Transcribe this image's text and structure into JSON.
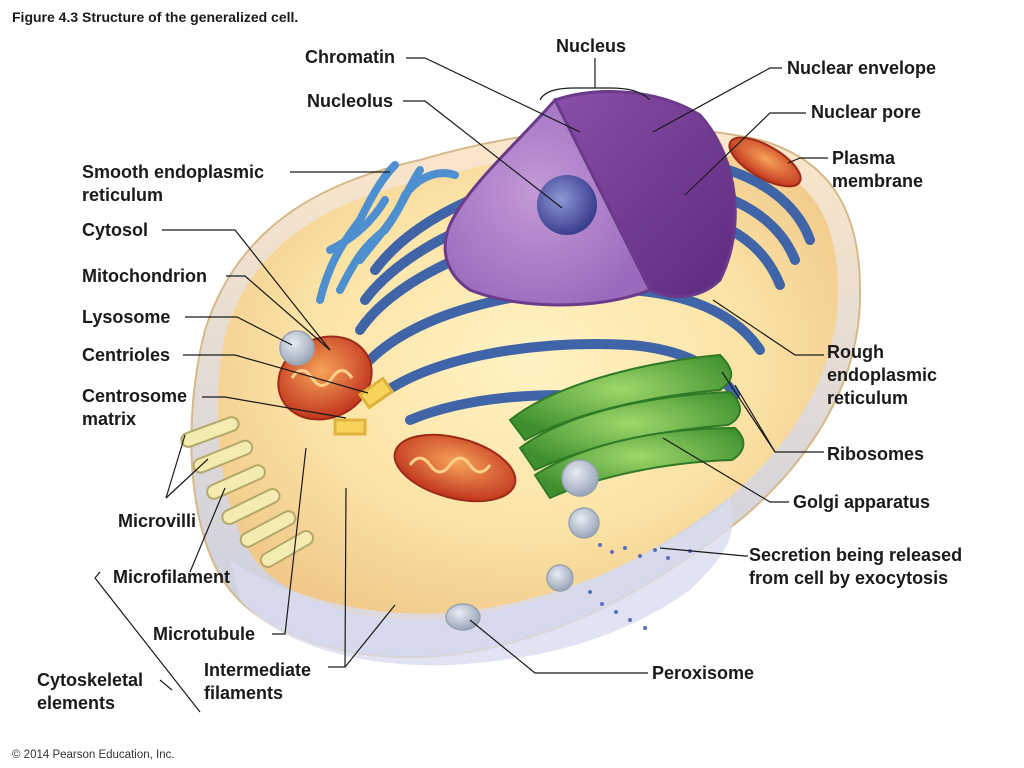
{
  "figure_title": "Figure 4.3  Structure of the generalized cell.",
  "copyright": "© 2014 Pearson Education, Inc.",
  "labels": {
    "nucleus": [
      "Nucleus"
    ],
    "chromatin": [
      "Chromatin"
    ],
    "nucleolus": [
      "Nucleolus"
    ],
    "nuclear_envelope": [
      "Nuclear envelope"
    ],
    "nuclear_pore": [
      "Nuclear pore"
    ],
    "plasma_membrane": [
      "Plasma",
      "membrane"
    ],
    "smooth_er": [
      "Smooth endoplasmic",
      "reticulum"
    ],
    "cytosol": [
      "Cytosol"
    ],
    "mitochondrion": [
      "Mitochondrion"
    ],
    "lysosome": [
      "Lysosome"
    ],
    "centrioles": [
      "Centrioles"
    ],
    "centrosome_matrix": [
      "Centrosome",
      "matrix"
    ],
    "rough_er": [
      "Rough",
      "endoplasmic",
      "reticulum"
    ],
    "ribosomes": [
      "Ribosomes"
    ],
    "golgi": [
      "Golgi apparatus"
    ],
    "microvilli": [
      "Microvilli"
    ],
    "microfilament": [
      "Microfilament"
    ],
    "secretion": [
      "Secretion being released",
      "from cell by exocytosis"
    ],
    "microtubule": [
      "Microtubule"
    ],
    "intermediate_filaments": [
      "Intermediate",
      "filaments"
    ],
    "cytoskeletal_elements": [
      "Cytoskeletal",
      "elements"
    ],
    "peroxisome": [
      "Peroxisome"
    ]
  }
}
